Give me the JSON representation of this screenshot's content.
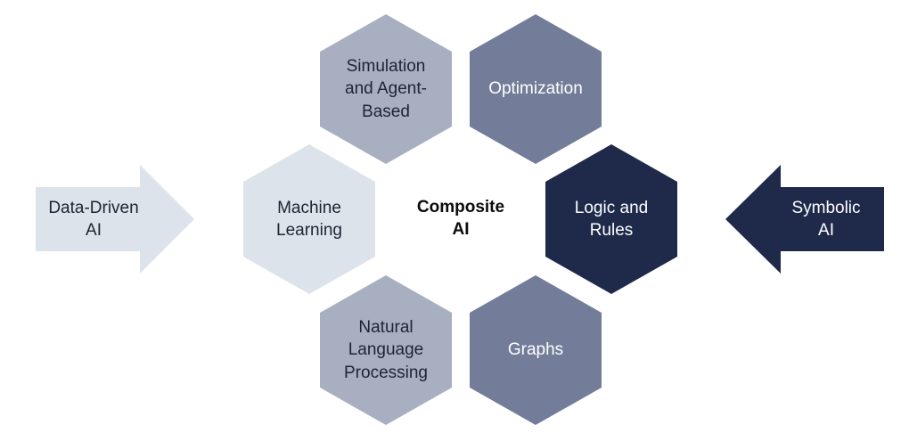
{
  "diagram": {
    "center": {
      "label": "Composite\nAI"
    },
    "left_arrow": {
      "label": "Data-Driven\nAI",
      "fill": "#dde3ea",
      "text_color": "#1d2433"
    },
    "right_arrow": {
      "label": "Symbolic\nAI",
      "fill": "#1f2a4b",
      "text_color": "#ffffff"
    },
    "hexagons": [
      {
        "id": "simulation",
        "label": "Simulation\nand Agent-\nBased",
        "fill": "#a8afc1",
        "text_color": "#1d2433"
      },
      {
        "id": "optimization",
        "label": "Optimization",
        "fill": "#737d99",
        "text_color": "#ffffff"
      },
      {
        "id": "machine-learning",
        "label": "Machine\nLearning",
        "fill": "#dde3ea",
        "text_color": "#1d2433"
      },
      {
        "id": "logic-rules",
        "label": "Logic and\nRules",
        "fill": "#1f2a4b",
        "text_color": "#ffffff"
      },
      {
        "id": "nlp",
        "label": "Natural\nLanguage\nProcessing",
        "fill": "#a8afc1",
        "text_color": "#1d2433"
      },
      {
        "id": "graphs",
        "label": "Graphs",
        "fill": "#737d99",
        "text_color": "#ffffff"
      }
    ]
  }
}
